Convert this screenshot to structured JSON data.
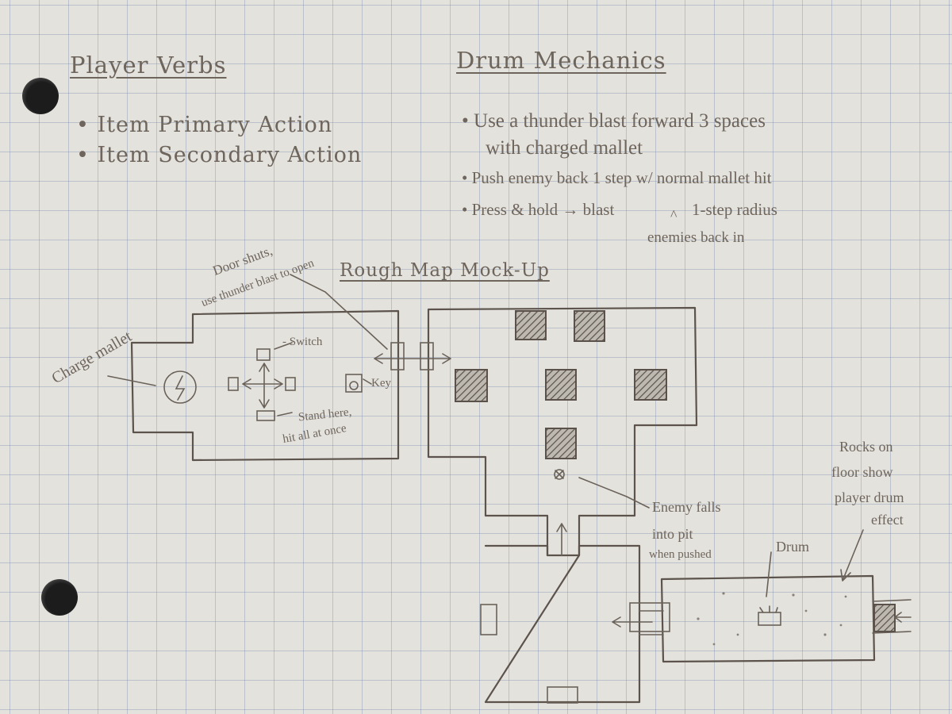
{
  "player_verbs": {
    "title": "Player Verbs",
    "items": [
      "Item Primary Action",
      "Item Secondary Action"
    ]
  },
  "drum_mechanics": {
    "title": "Drum Mechanics",
    "items": [
      "Use a thunder blast forward 3 spaces",
      "with charged mallet",
      "Push enemy back 1 step w/ normal mallet hit",
      "Press & hold → blast",
      "1-step radius",
      "enemies back in"
    ]
  },
  "map": {
    "title": "Rough Map Mock-Up",
    "labels": {
      "charge_mallet": "Charge mallet",
      "door_shuts_1": "Door shuts,",
      "door_shuts_2": "use thunder blast to open",
      "switch": "Switch",
      "key": "Key",
      "stand_here_1": "Stand here,",
      "stand_here_2": "hit all at once",
      "enemy_falls_1": "Enemy falls",
      "enemy_falls_2": "into pit",
      "enemy_falls_3": "when pushed",
      "rocks_1": "Rocks on",
      "rocks_2": "floor show",
      "rocks_3": "player drum",
      "rocks_4": "effect",
      "drum": "Drum"
    }
  }
}
